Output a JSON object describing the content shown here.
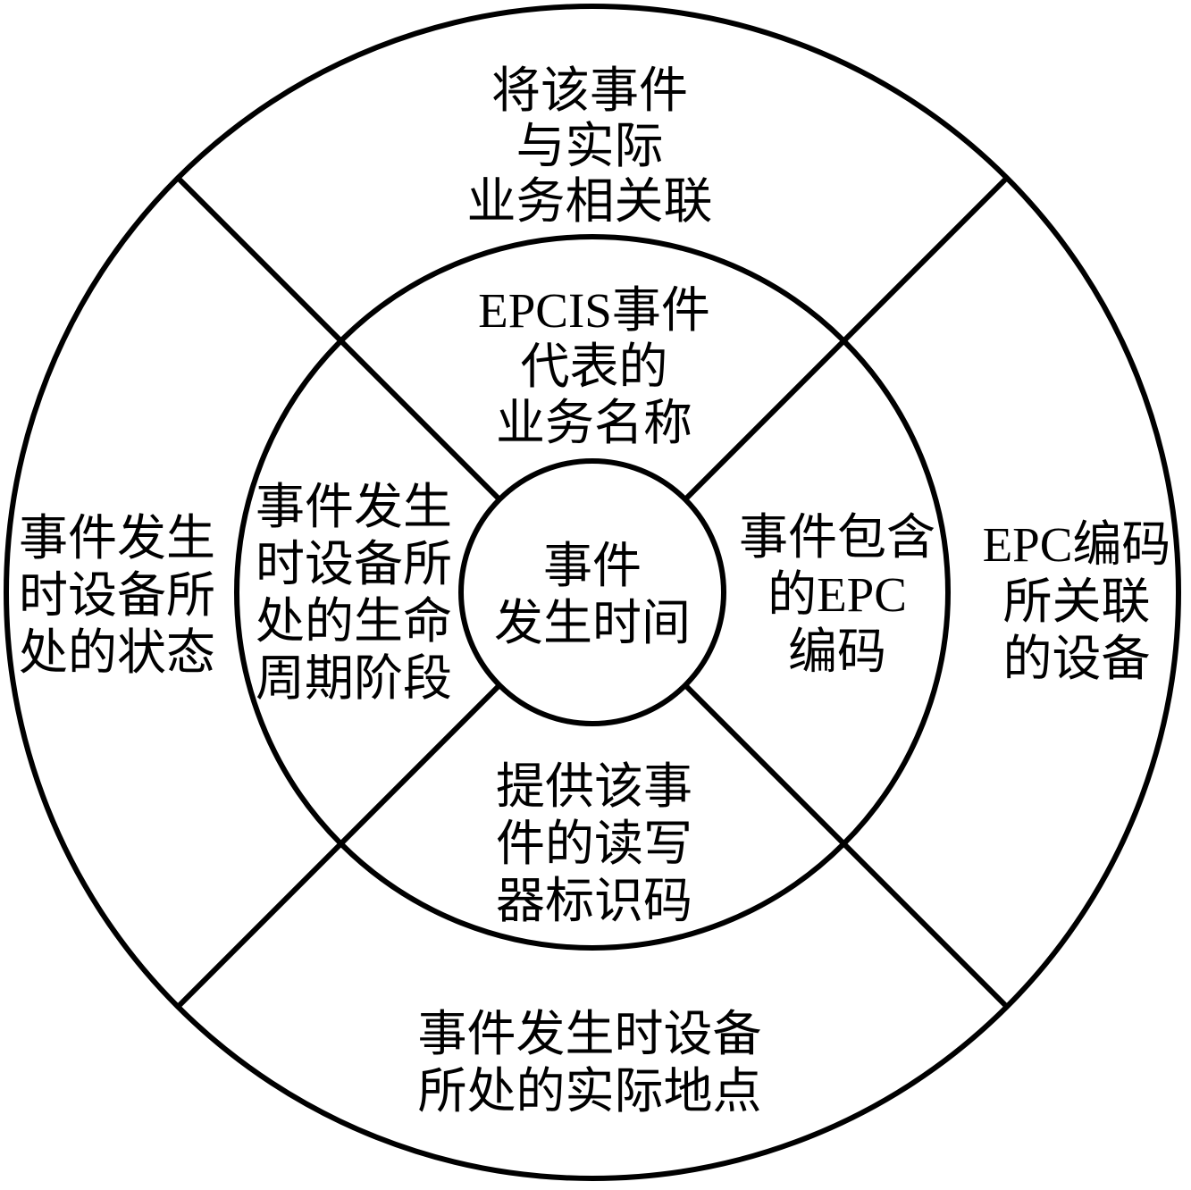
{
  "colors": {
    "line": "#000000",
    "text": "#000000",
    "background": "#ffffff"
  },
  "center": {
    "lines": [
      "事件",
      "发生时间"
    ]
  },
  "inner_ring": {
    "top": {
      "lines": [
        "EPCIS事件",
        "代表的",
        "业务名称"
      ]
    },
    "left": {
      "lines": [
        "事件发生",
        "时设备所",
        "处的生命",
        "周期阶段"
      ]
    },
    "right": {
      "lines": [
        "事件包含",
        "的EPC",
        "编码"
      ]
    },
    "bottom": {
      "lines": [
        "提供该事",
        "件的读写",
        "器标识码"
      ]
    }
  },
  "outer_ring": {
    "top": {
      "lines": [
        "将该事件",
        "与实际",
        "业务相关联"
      ]
    },
    "left": {
      "lines": [
        "事件发生",
        "时设备所",
        "处的状态"
      ]
    },
    "right": {
      "lines": [
        "EPC编码",
        "所关联",
        "的设备"
      ]
    },
    "bottom": {
      "lines": [
        "事件发生时设备",
        "所处的实际地点"
      ]
    }
  }
}
